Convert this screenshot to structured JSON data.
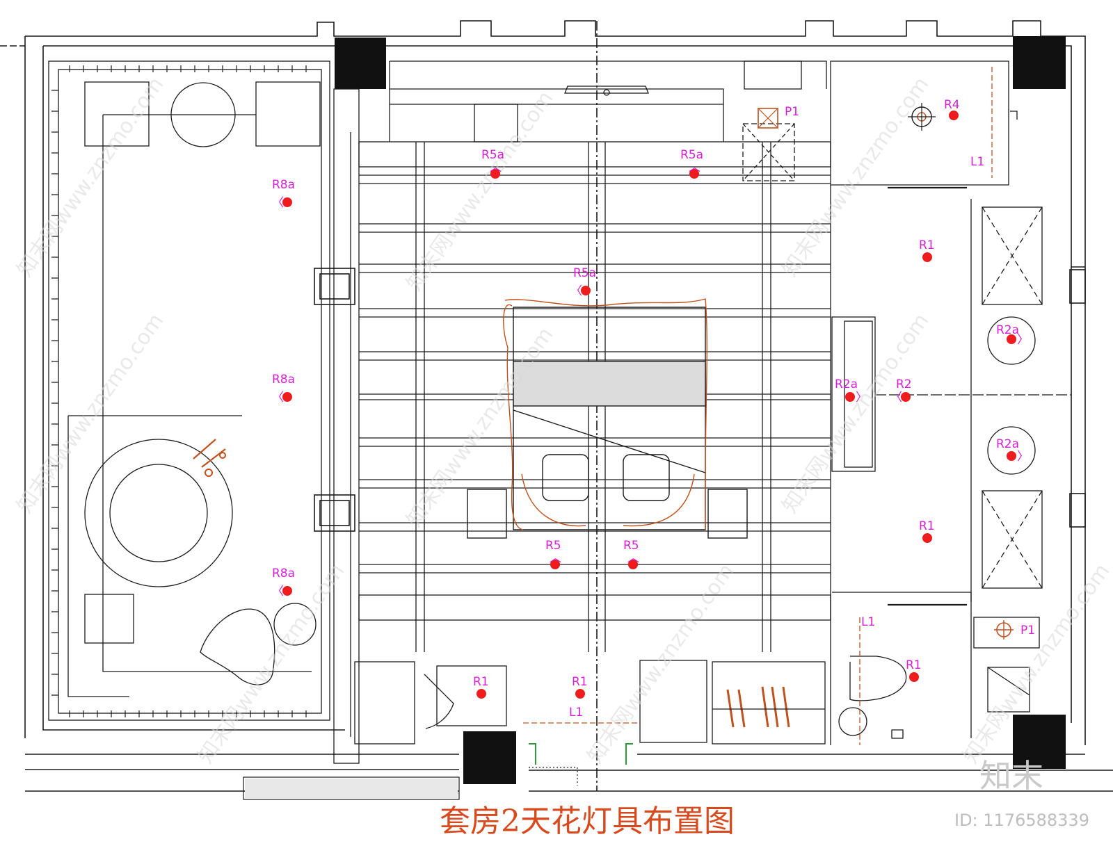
{
  "title": "套房2天花灯具布置图",
  "brand": "知末",
  "image_id": "ID: 1176588339",
  "watermark": "知末网www.znzmo.com",
  "colors": {
    "lines": "#1a1a1a",
    "fixture_dot": "#ee1c1c",
    "label": "#d51fd5",
    "furniture_accent": "#c0501c",
    "title": "#d84a1e",
    "pillar": "#111111"
  },
  "fixtures": [
    {
      "label": "R8a",
      "symbol": "〈"
    },
    {
      "label": "R8a",
      "symbol": "〈"
    },
    {
      "label": "R8a",
      "symbol": "〈"
    },
    {
      "label": "R5a",
      "symbol": "︿"
    },
    {
      "label": "R5a",
      "symbol": "︿"
    },
    {
      "label": "R5a",
      "symbol": "〈"
    },
    {
      "label": "R5",
      "symbol": "︿"
    },
    {
      "label": "R5",
      "symbol": "︿"
    },
    {
      "label": "R1",
      "symbol": ""
    },
    {
      "label": "R1",
      "symbol": ""
    },
    {
      "label": "R1",
      "symbol": ""
    },
    {
      "label": "R1",
      "symbol": ""
    },
    {
      "label": "R1",
      "symbol": ""
    },
    {
      "label": "R2a",
      "symbol": "〉"
    },
    {
      "label": "R2",
      "symbol": "〈"
    },
    {
      "label": "R2a",
      "symbol": "〉"
    },
    {
      "label": "R2a",
      "symbol": "〉"
    },
    {
      "label": "R4",
      "symbol": ""
    },
    {
      "label": "P1",
      "symbol": ""
    },
    {
      "label": "P1",
      "symbol": ""
    }
  ],
  "line_labels": [
    "L1",
    "L1",
    "L1"
  ]
}
